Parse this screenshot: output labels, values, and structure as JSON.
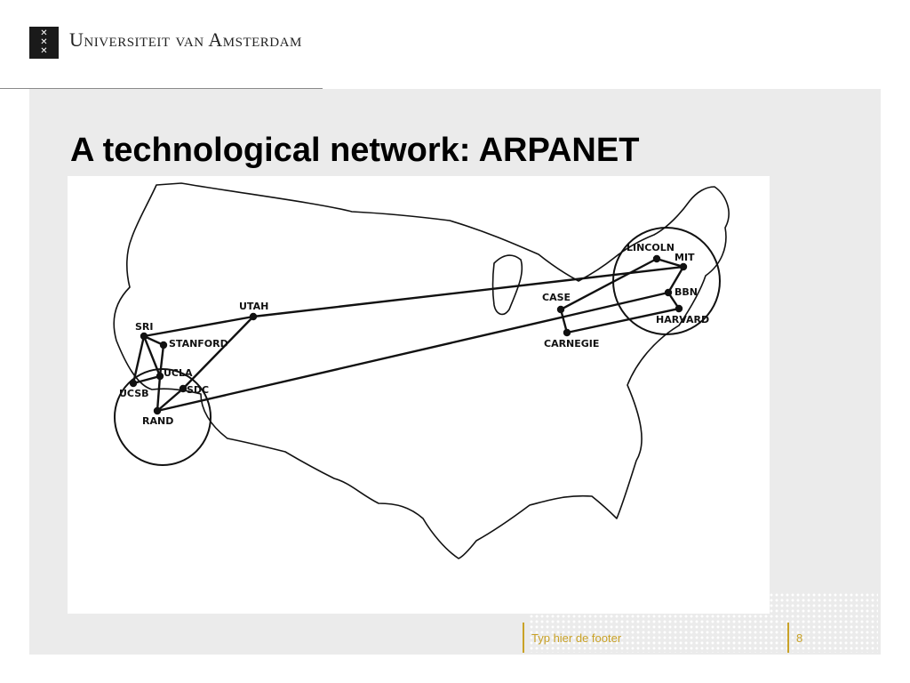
{
  "header": {
    "university_name": "Universiteit van Amsterdam",
    "logo_icon": "uva-crosses-logo-icon"
  },
  "slide": {
    "title": "A technological network: ARPANET"
  },
  "diagram": {
    "nodes": [
      {
        "id": "sri",
        "label": "SRI"
      },
      {
        "id": "stanford",
        "label": "STANFORD"
      },
      {
        "id": "ucla",
        "label": "UCLA"
      },
      {
        "id": "ucsb",
        "label": "UCSB"
      },
      {
        "id": "sdc",
        "label": "SDC"
      },
      {
        "id": "rand",
        "label": "RAND"
      },
      {
        "id": "utah",
        "label": "UTAH"
      },
      {
        "id": "case",
        "label": "CASE"
      },
      {
        "id": "carnegie",
        "label": "CARNEGIE"
      },
      {
        "id": "lincoln",
        "label": "LINCOLN"
      },
      {
        "id": "mit",
        "label": "MIT"
      },
      {
        "id": "bbn",
        "label": "BBN"
      },
      {
        "id": "harvard",
        "label": "HARVARD"
      }
    ],
    "links": [
      [
        "sri",
        "stanford"
      ],
      [
        "sri",
        "ucsb"
      ],
      [
        "sri",
        "ucla"
      ],
      [
        "sri",
        "utah"
      ],
      [
        "stanford",
        "ucla"
      ],
      [
        "ucla",
        "ucsb"
      ],
      [
        "ucla",
        "rand"
      ],
      [
        "rand",
        "sdc"
      ],
      [
        "sdc",
        "utah"
      ],
      [
        "rand",
        "bbn"
      ],
      [
        "utah",
        "mit"
      ],
      [
        "case",
        "lincoln"
      ],
      [
        "case",
        "carnegie"
      ],
      [
        "carnegie",
        "harvard"
      ],
      [
        "lincoln",
        "mit"
      ],
      [
        "mit",
        "bbn"
      ],
      [
        "bbn",
        "harvard"
      ]
    ]
  },
  "footer": {
    "text": "Typ hier de footer",
    "page_number": "8",
    "accent_color": "#c9a227"
  }
}
